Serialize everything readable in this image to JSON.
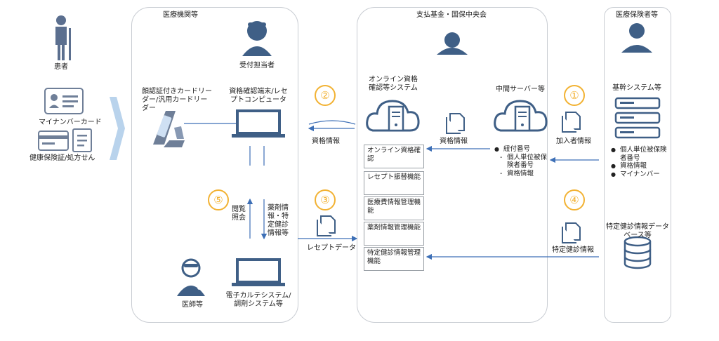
{
  "patient": {
    "title": "患者",
    "my_number_card": "マイナンバーカード",
    "insurance_card": "健康保険証/処方せん"
  },
  "medical": {
    "title": "医療機関等",
    "receptionist": "受付担当者",
    "card_reader": "顔認証付きカードリーダー/汎用カードリーダー",
    "terminal": "資格確認端末/レセプトコンピュータ",
    "browse_label": "閲覧照会",
    "drug_label": "薬剤情報・特定健診情報等",
    "doctor": "医師等",
    "ehr": "電子カルテシステム/調剤システム等"
  },
  "fund": {
    "title": "支払基金・国保中央会",
    "online_system": "オンライン資格確認等システム",
    "functions": [
      "オンライン資格確認",
      "レセプト振替機能",
      "医療費情報管理機能",
      "薬剤情報管理機能",
      "特定健診情報管理機能"
    ],
    "middle_server": "中間サーバー等",
    "middle_bullet": "紐付番号",
    "middle_sub": [
      "個人単位被保険者番号",
      "資格情報"
    ]
  },
  "insurer": {
    "title": "医療保険者等",
    "core_system": "基幹システム等",
    "bullets": [
      "個人単位被保険者番号",
      "資格情報",
      "マイナンバー"
    ],
    "checkup_db": "特定健診情報データベース等"
  },
  "flows": {
    "n1": "①",
    "n2": "②",
    "n3": "③",
    "n4": "④",
    "n5": "⑤",
    "qualification_info": "資格情報",
    "qualification_info2": "資格情報",
    "subscriber_info": "加入者情報",
    "receipt_data": "レセプトデータ",
    "checkup_info": "特定健診情報"
  },
  "colors": {
    "person": "#5b6f8f",
    "panel_border": "#c8ccd2",
    "accent": "#f2b233",
    "arrow": "#3d6fb6",
    "chevron": "#b9d3ec"
  }
}
